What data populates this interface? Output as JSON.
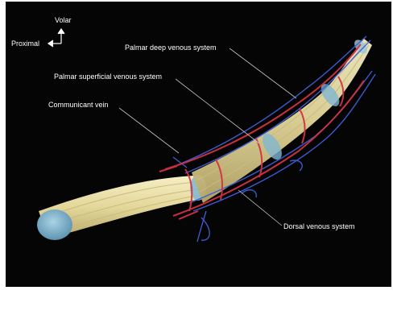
{
  "orientation": {
    "vertical_label": "Volar",
    "horizontal_label": "Proximal"
  },
  "annotations": {
    "palmar_deep": "Palmar deep venous system",
    "palmar_superficial": "Palmar superficial venous system",
    "communicant": "Communicant vein",
    "dorsal": "Dorsal venous system"
  },
  "colors": {
    "background": "#050505",
    "tendon": "#e9dfa6",
    "tendon_sheath": "#7fb7d2",
    "vein_blue": "#3f5fd8",
    "vein_red": "#d23340",
    "leader_line": "#bfbfbf"
  }
}
